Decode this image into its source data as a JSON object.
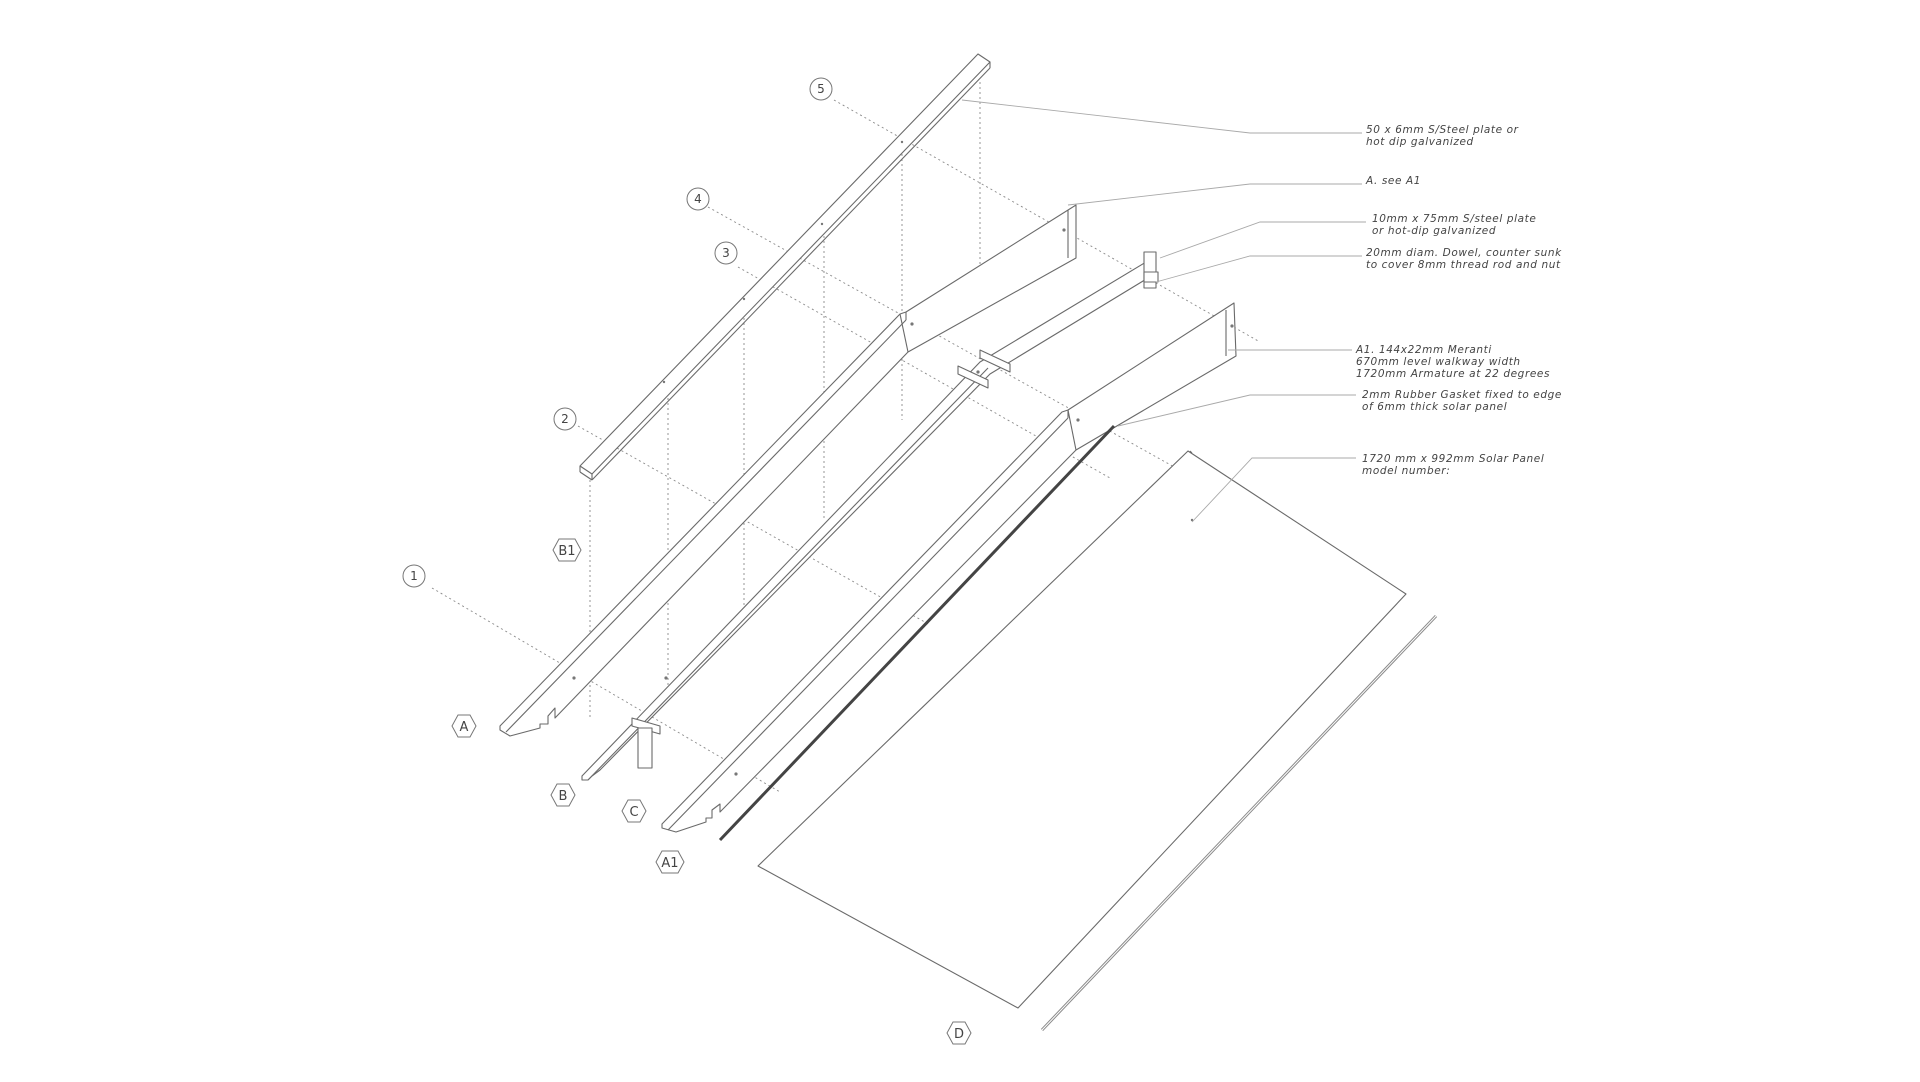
{
  "annotations": [
    {
      "lines": [
        "50 x 6mm S/Steel plate or",
        "hot dip galvanized"
      ]
    },
    {
      "lines": [
        "A. see A1"
      ]
    },
    {
      "lines": [
        "10mm x 75mm S/steel plate",
        "or hot-dip galvanized"
      ]
    },
    {
      "lines": [
        "20mm diam. Dowel, counter sunk",
        "to cover 8mm thread rod and nut"
      ]
    },
    {
      "lines": [
        "A1. 144x22mm Meranti",
        "670mm level walkway width",
        "1720mm Armature at 22 degrees"
      ]
    },
    {
      "lines": [
        "2mm Rubber Gasket fixed to edge",
        "of 6mm thick solar panel"
      ]
    },
    {
      "lines": [
        "1720 mm x 992mm Solar Panel",
        "model number:"
      ]
    }
  ],
  "grid_markers": [
    "1",
    "2",
    "3",
    "4",
    "5"
  ],
  "part_tags": [
    "A",
    "B",
    "C",
    "A1",
    "B1",
    "D"
  ]
}
